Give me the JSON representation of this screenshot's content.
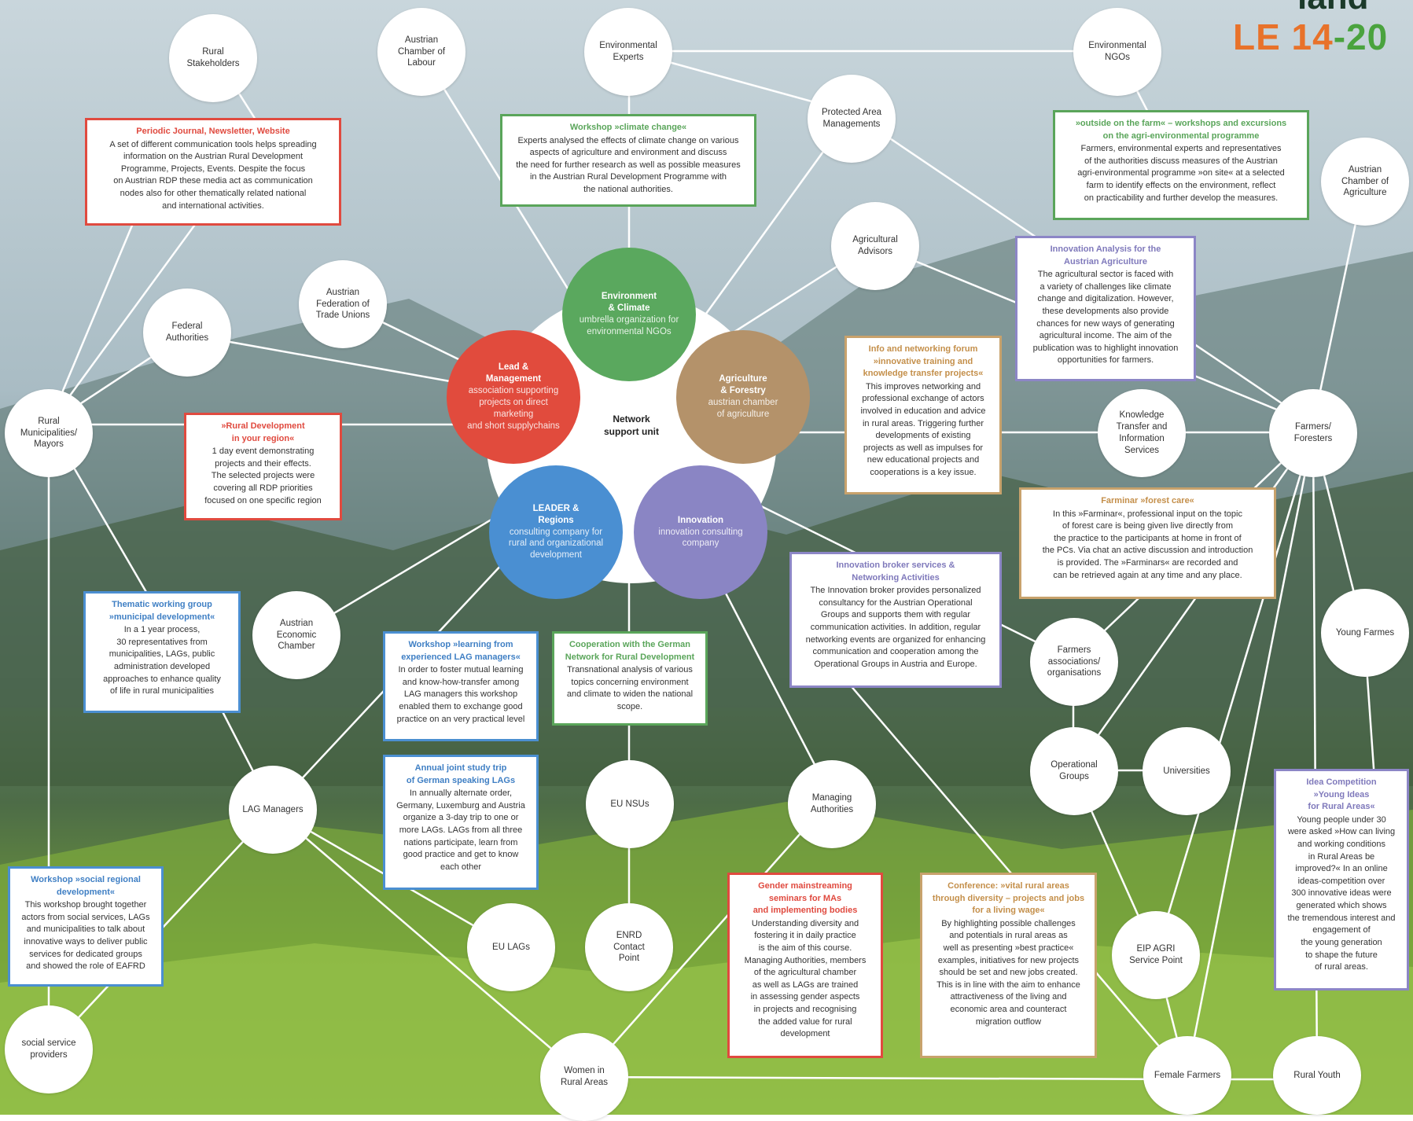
{
  "logo": {
    "top_word": "land",
    "part1": "LE 14",
    "part2": "-20"
  },
  "network_center": {
    "label": "Network\nsupport unit"
  },
  "core": {
    "environment": {
      "title": "Environment\n& Climate",
      "desc": "umbrella organization for\nenvironmental NGOs",
      "color": "#5aa85e"
    },
    "agriculture": {
      "title": "Agriculture\n& Forestry",
      "desc": "austrian chamber\nof agriculture",
      "color": "#b4926a"
    },
    "lead": {
      "title": "Lead &\nManagement",
      "desc": "association supporting\nprojects on direct marketing\nand short supplychains",
      "color": "#e14b3d"
    },
    "leader": {
      "title": "LEADER &\nRegions",
      "desc": "consulting company for\nrural and organizational\ndevelopment",
      "color": "#4a8fd2"
    },
    "innovation": {
      "title": "Innovation",
      "desc": "innovation consulting\ncompany",
      "color": "#8a85c4"
    }
  },
  "nodes": {
    "rural_stakeholders": "Rural\nStakeholders",
    "austrian_chamber_labour": "Austrian\nChamber of\nLabour",
    "environmental_experts": "Environmental\nExperts",
    "environmental_ngos": "Environmental\nNGOs",
    "protected_area": "Protected Area\nManagements",
    "austrian_chamber_agri": "Austrian\nChamber of\nAgriculture",
    "agricultural_advisors": "Agricultural\nAdvisors",
    "austrian_federation_tu": "Austrian\nFederation of\nTrade Unions",
    "federal_authorities": "Federal\nAuthorities",
    "rural_municipalities": "Rural\nMunicipalities/\nMayors",
    "knowledge_transfer": "Knowledge\nTransfer and\nInformation\nServices",
    "farmers_foresters": "Farmers/\nForesters",
    "austrian_economic_chamber": "Austrian\nEconomic\nChamber",
    "young_farmers": "Young Farmes",
    "farmers_associations": "Farmers\nassociations/\norganisations",
    "operational_groups": "Operational\nGroups",
    "universities": "Universities",
    "lag_managers": "LAG Managers",
    "eu_nsus": "EU NSUs",
    "managing_authorities": "Managing\nAuthorities",
    "eu_lags": "EU LAGs",
    "enrd_contact_point": "ENRD\nContact\nPoint",
    "eip_agri": "EIP AGRI\nService Point",
    "social_service": "social service\nproviders",
    "women_rural": "Women in\nRural Areas",
    "female_farmers": "Female Farmers",
    "rural_youth": "Rural Youth"
  },
  "boxes": {
    "journal": {
      "heading": "Periodic Journal, Newsletter, Website",
      "body": "A set of different communication tools helps spreading\ninformation on the Austrian Rural Development\nProgramme, Projects, Events. Despite the focus\non Austrian RDP these media act as communication\nnodes also for other thematically related national\nand international activities."
    },
    "climate": {
      "heading": "Workshop »climate change«",
      "body": "Experts analysed the effects of climate change on various\naspects of agriculture and environment and discuss\nthe need for further research as well as possible measures\nin the Austrian Rural Development Programme with\nthe national authorities."
    },
    "outside_farm": {
      "heading": "»outside on the farm« – workshops and excursions\non the agri-environmental programme",
      "body": "Farmers, environmental experts and representatives\nof the authorities discuss measures of the Austrian\nagri-environmental programme »on site« at a selected\nfarm to identify effects on the environment, reflect\non practicability and further develop the measures."
    },
    "innovation_analysis": {
      "heading": "Innovation Analysis for the\nAustrian Agriculture",
      "body": "The agricultural sector is faced with\na variety of challenges like climate\nchange and digitalization. However,\nthese developments also provide\nchances for new ways of generating\nagricultural income. The aim of the\npublication was to highlight innovation\nopportunities for farmers."
    },
    "info_forum": {
      "heading": "Info and networking forum\n»innovative training and\nknowledge transfer projects«",
      "body": "This improves networking and\nprofessional exchange of actors\ninvolved in education and advice\nin rural areas. Triggering further\ndevelopments of existing\nprojects as well as impulses for\nnew educational projects and\ncooperations is a key issue."
    },
    "rural_dev_region": {
      "heading": "»Rural Development\nin your region«",
      "body": "1 day event demonstrating\nprojects and their effects.\nThe selected projects were\ncovering all RDP priorities\nfocused on one specific region"
    },
    "farminar": {
      "heading": "Farminar »forest care«",
      "body": "In this »Farminar«, professional input on the topic\nof forest care is being given live directly from\nthe practice to the participants at home in front of\nthe PCs. Via chat an active discussion and introduction\nis provided. The »Farminars« are recorded and\ncan be retrieved again at any time and any place."
    },
    "thematic": {
      "heading": "Thematic working group\n»municipal development«",
      "body": "In a 1 year process,\n30 representatives from\nmunicipalities, LAGs, public\nadministration developed\napproaches to enhance quality\nof life in rural municipalities"
    },
    "innovation_broker": {
      "heading": "Innovation broker services &\nNetworking Activities",
      "body": "The Innovation broker provides personalized\nconsultancy for the Austrian Operational\nGroups and supports them with regular\ncommunication activities. In addition, regular\nnetworking events are organized for enhancing\ncommunication and cooperation among the\nOperational Groups in Austria and Europe."
    },
    "learning_lag": {
      "heading": "Workshop »learning from\nexperienced LAG managers«",
      "body": "In order to foster mutual learning\nand know-how-transfer among\nLAG managers this workshop\nenabled them to exchange good\npractice on an very practical level"
    },
    "cooperation_german": {
      "heading": "Cooperation with the German\nNetwork for Rural Development",
      "body": "Transnational analysis of various\ntopics concerning environment\nand climate to widen the national\nscope."
    },
    "annual_trip": {
      "heading": "Annual joint study trip\nof German speaking LAGs",
      "body": "In annually alternate order,\nGermany, Luxemburg and Austria\norganize a 3-day trip to one or\nmore LAGs. LAGs from all three\nnations participate, learn from\ngood practice and get to know\neach other"
    },
    "social_regional": {
      "heading": "Workshop »social regional\ndevelopment«",
      "body": "This workshop brought together\nactors from social services, LAGs\nand municipalities to talk about\ninnovative ways to deliver public\nservices for dedicated groups\nand showed the role of EAFRD"
    },
    "gender": {
      "heading": "Gender mainstreaming\nseminars for MAs\nand implementing bodies",
      "body": "Understanding diversity and\nfostering it in daily practice\nis the aim of this course.\nManaging Authorities, members\nof the agricultural chamber\nas well as LAGs are trained\nin assessing gender aspects\nin projects and recognising\nthe added value for rural\ndevelopment"
    },
    "conference": {
      "heading": "Conference: »vital rural areas\nthrough diversity – projects and jobs\nfor a living wage«",
      "body": "By highlighting possible challenges\nand potentials in rural areas as\nwell as presenting »best practice«\nexamples, initiatives for new projects\nshould be set and new jobs created.\nThis is in line with the aim to enhance\nattractiveness of the living and\neconomic area and counteract\nmigration outflow"
    },
    "idea_competition": {
      "heading": "Idea Competition\n»Young Ideas\nfor Rural Areas«",
      "body": "Young people under 30\nwere asked »How can living\nand working conditions\nin Rural Areas be\nimproved?« In an online\nideas-competition over\n300 innovative ideas were\ngenerated which shows\nthe tremendous interest and\nengagement of\nthe young generation\nto shape the future\nof rural areas."
    }
  }
}
